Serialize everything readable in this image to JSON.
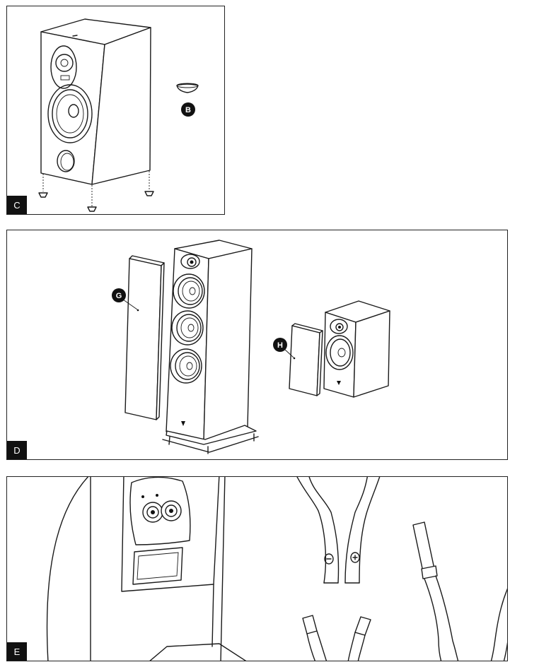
{
  "panels": {
    "c": {
      "tag": "C",
      "callout_b": "B"
    },
    "d": {
      "tag": "D",
      "callout_g": "G",
      "callout_h": "H"
    },
    "e": {
      "tag": "E"
    }
  },
  "colors": {
    "line": "#1a1a1a",
    "tag_bg": "#111111",
    "paper": "#ffffff"
  },
  "icons": [
    "bookshelf-speaker-icon",
    "spike-foot-icon",
    "floorstanding-speaker-icon",
    "grille-icon",
    "binding-post-icon",
    "banana-plug-icon",
    "speaker-cable-icon"
  ]
}
